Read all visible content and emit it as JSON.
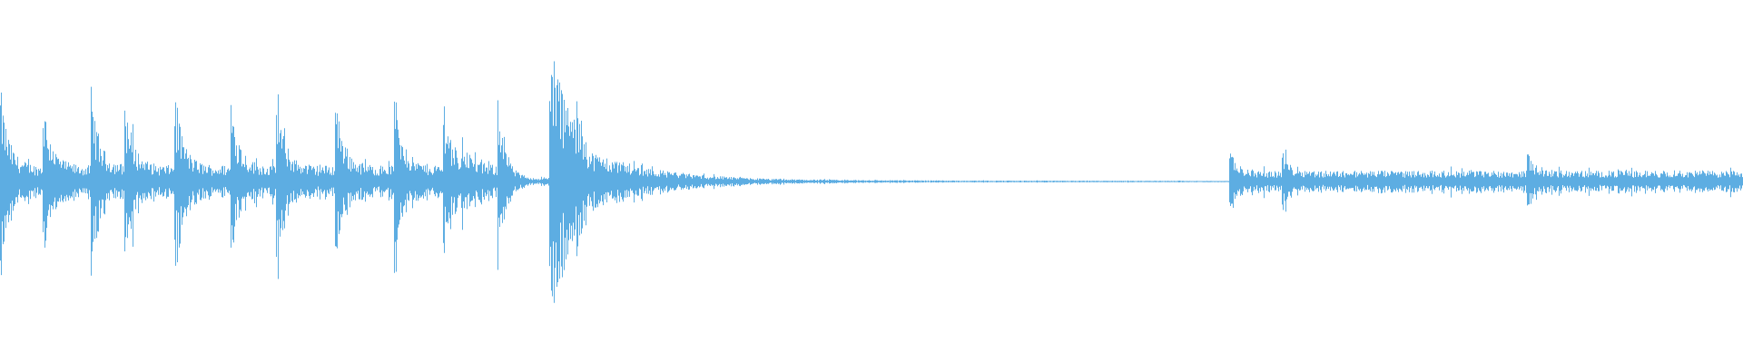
{
  "waveform": {
    "color": "#5dade2",
    "background": "#ffffff",
    "segments": [
      {
        "label": "dense-percussive-section",
        "start": 0.0,
        "end": 0.29,
        "base_amplitude": 0.09,
        "peak_amplitude": 0.58
      },
      {
        "label": "short-pause",
        "start": 0.29,
        "end": 0.315,
        "base_amplitude": 0.02
      },
      {
        "label": "strong-transient-and-decay",
        "start": 0.315,
        "end": 0.68,
        "peak_amplitude": 0.5,
        "decay_to": 0.004
      },
      {
        "label": "near-silence",
        "start": 0.68,
        "end": 0.705,
        "base_amplitude": 0.003
      },
      {
        "label": "sustained-noise-section",
        "start": 0.705,
        "end": 1.0,
        "base_amplitude": 0.06,
        "peak_amplitude": 0.16
      }
    ],
    "transients": [
      0.0,
      0.024,
      0.052,
      0.071,
      0.1,
      0.132,
      0.158,
      0.192,
      0.226,
      0.254,
      0.265,
      0.285,
      0.316,
      0.705,
      0.735,
      0.876
    ]
  }
}
